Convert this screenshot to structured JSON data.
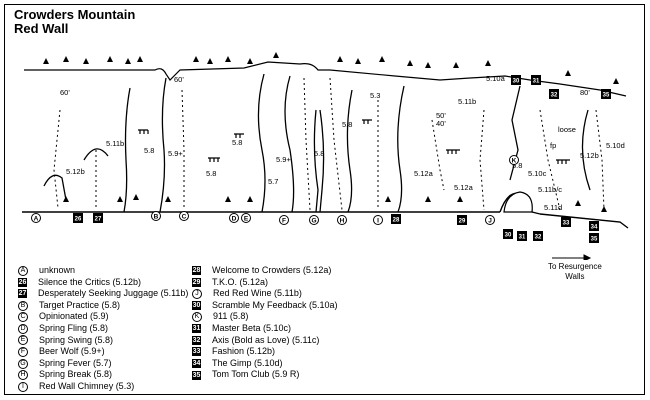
{
  "title": {
    "line1": "Crowders Mountain",
    "line2": "Red Wall"
  },
  "topo_labels": {
    "grades": [
      {
        "id": "g1",
        "text": "60'"
      },
      {
        "id": "g2",
        "text": "5.11b"
      },
      {
        "id": "g3",
        "text": "5.12b"
      },
      {
        "id": "g4",
        "text": "5.8"
      },
      {
        "id": "g5",
        "text": "5.9+"
      },
      {
        "id": "g6",
        "text": "60'"
      },
      {
        "id": "g7",
        "text": "5.8"
      },
      {
        "id": "g8",
        "text": "5.8"
      },
      {
        "id": "g9",
        "text": "5.9+"
      },
      {
        "id": "g10",
        "text": "5.7"
      },
      {
        "id": "g11",
        "text": "5.8"
      },
      {
        "id": "g12",
        "text": "5.8"
      },
      {
        "id": "g13",
        "text": "5.3"
      },
      {
        "id": "g14",
        "text": "50'"
      },
      {
        "id": "g15",
        "text": "40'"
      },
      {
        "id": "g16",
        "text": "5.12a"
      },
      {
        "id": "g17",
        "text": "5.12a"
      },
      {
        "id": "g18",
        "text": "5.10a"
      },
      {
        "id": "g19",
        "text": "5.11b"
      },
      {
        "id": "g20",
        "text": "5.8"
      },
      {
        "id": "g21",
        "text": "5.10c"
      },
      {
        "id": "g22",
        "text": "fp"
      },
      {
        "id": "g23",
        "text": "loose"
      },
      {
        "id": "g24",
        "text": "80'"
      },
      {
        "id": "g25",
        "text": "5.10d"
      },
      {
        "id": "g26",
        "text": "5.12b"
      },
      {
        "id": "g27",
        "text": "5.11b/c"
      },
      {
        "id": "g28",
        "text": "5.11d"
      }
    ],
    "markers": [
      {
        "id": "mA",
        "text": "A",
        "shape": "circle"
      },
      {
        "id": "m26",
        "text": "26",
        "shape": "square"
      },
      {
        "id": "m27",
        "text": "27",
        "shape": "square"
      },
      {
        "id": "mB",
        "text": "B",
        "shape": "circle"
      },
      {
        "id": "mC",
        "text": "C",
        "shape": "circle"
      },
      {
        "id": "mD",
        "text": "D",
        "shape": "circle"
      },
      {
        "id": "mE",
        "text": "E",
        "shape": "circle"
      },
      {
        "id": "mF",
        "text": "F",
        "shape": "circle"
      },
      {
        "id": "mG",
        "text": "G",
        "shape": "circle"
      },
      {
        "id": "mH",
        "text": "H",
        "shape": "circle"
      },
      {
        "id": "mI",
        "text": "I",
        "shape": "circle"
      },
      {
        "id": "m28",
        "text": "28",
        "shape": "square"
      },
      {
        "id": "m29",
        "text": "29",
        "shape": "square"
      },
      {
        "id": "mJ",
        "text": "J",
        "shape": "circle"
      },
      {
        "id": "m30b",
        "text": "30",
        "shape": "square"
      },
      {
        "id": "m31b",
        "text": "31",
        "shape": "square"
      },
      {
        "id": "m32b",
        "text": "32",
        "shape": "square"
      },
      {
        "id": "m33",
        "text": "33",
        "shape": "square"
      },
      {
        "id": "m34",
        "text": "34",
        "shape": "square"
      },
      {
        "id": "m35b",
        "text": "35",
        "shape": "square"
      },
      {
        "id": "m30t",
        "text": "30",
        "shape": "square"
      },
      {
        "id": "m31t",
        "text": "31",
        "shape": "square"
      },
      {
        "id": "m32t",
        "text": "32",
        "shape": "square"
      },
      {
        "id": "m35t",
        "text": "35",
        "shape": "square"
      },
      {
        "id": "mK",
        "text": "K",
        "shape": "circle"
      }
    ]
  },
  "legend_left": [
    {
      "key": "A",
      "shape": "circle",
      "label": "unknown"
    },
    {
      "key": "26",
      "shape": "square",
      "label": "Silence the Critics (5.12b)"
    },
    {
      "key": "27",
      "shape": "square",
      "label": "Desperately Seeking Juggage (5.11b)"
    },
    {
      "key": "B",
      "shape": "circle",
      "label": "Target Practice (5.8)"
    },
    {
      "key": "C",
      "shape": "circle",
      "label": "Opinionated (5.9)"
    },
    {
      "key": "D",
      "shape": "circle",
      "label": "Spring Fling (5.8)"
    },
    {
      "key": "E",
      "shape": "circle",
      "label": "Spring Swing (5.8)"
    },
    {
      "key": "F",
      "shape": "circle",
      "label": "Beer Wolf (5.9+)"
    },
    {
      "key": "G",
      "shape": "circle",
      "label": "Spring Fever (5.7)"
    },
    {
      "key": "H",
      "shape": "circle",
      "label": "Spring Break (5.8)"
    },
    {
      "key": "I",
      "shape": "circle",
      "label": "Red Wall Chimney (5.3)"
    }
  ],
  "legend_right": [
    {
      "key": "28",
      "shape": "square",
      "label": "Welcome to Crowders (5.12a)"
    },
    {
      "key": "29",
      "shape": "square",
      "label": "T.K.O. (5.12a)"
    },
    {
      "key": "J",
      "shape": "circle",
      "label": "Red Red Wine (5.11b)"
    },
    {
      "key": "30",
      "shape": "square",
      "label": "Scramble My Feedback (5.10a)"
    },
    {
      "key": "K",
      "shape": "circle",
      "label": "911 (5.8)"
    },
    {
      "key": "31",
      "shape": "square",
      "label": "Master Beta (5.10c)"
    },
    {
      "key": "32",
      "shape": "square",
      "label": "Axis (Bold as Love) (5.11c)"
    },
    {
      "key": "33",
      "shape": "square",
      "label": "Fashion (5.12b)"
    },
    {
      "key": "34",
      "shape": "square",
      "label": "The Gimp (5.10d)"
    },
    {
      "key": "35",
      "shape": "square",
      "label": "Tom Tom Club (5.9 R)"
    }
  ],
  "direction": {
    "line1": "To Resurgence",
    "line2": "Walls"
  }
}
